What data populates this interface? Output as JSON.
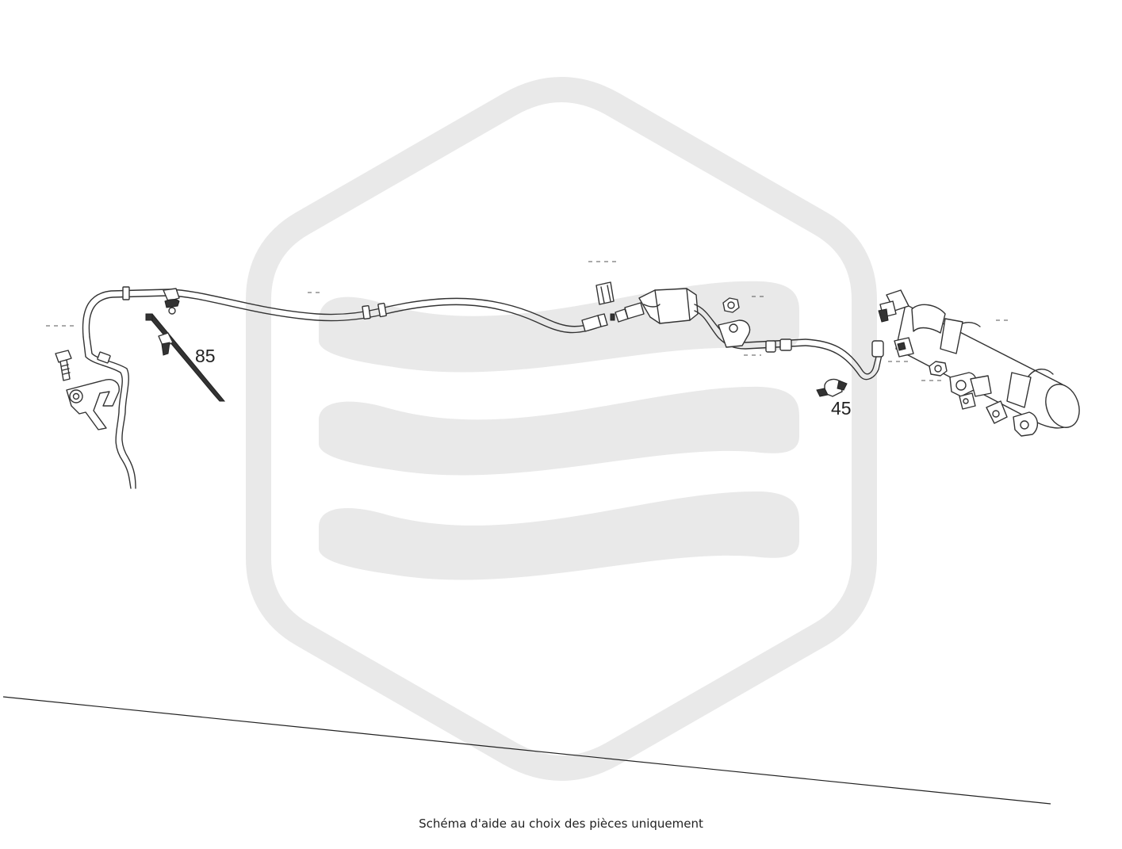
{
  "diagram": {
    "callouts": [
      {
        "id": "85",
        "label": "85"
      },
      {
        "id": "45",
        "label": "45"
      }
    ],
    "caption": "Schéma d'aide au choix des pièces uniquement"
  },
  "colors": {
    "watermark": "#e9e9e9",
    "line": "#333333",
    "background": "#ffffff"
  }
}
